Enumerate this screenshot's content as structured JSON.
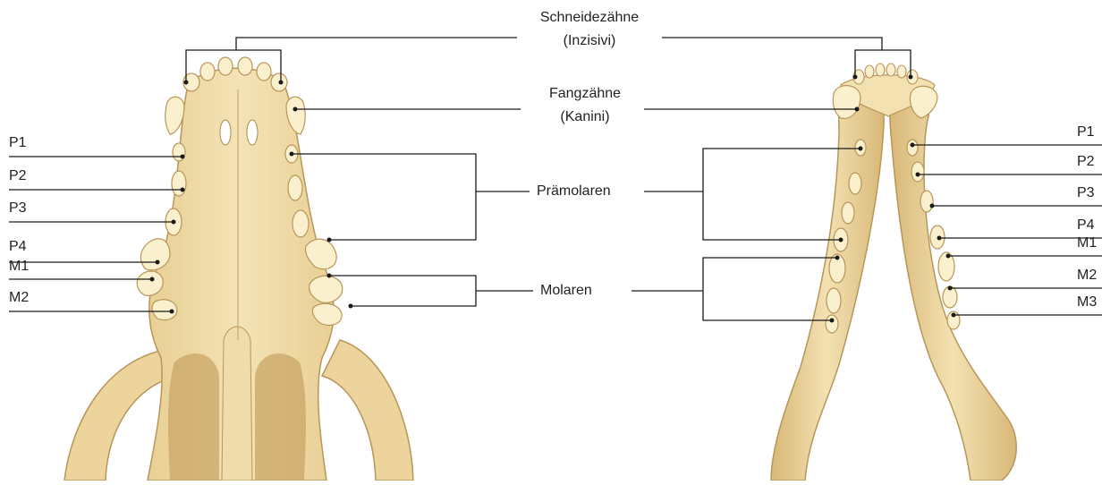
{
  "labels": {
    "incisors_line1": "Schneidezähne",
    "incisors_line2": "(Inzisivi)",
    "canines_line1": "Fangzähne",
    "canines_line2": "(Kanini)",
    "premolars": "Prämolaren",
    "molars": "Molaren"
  },
  "upper_jaw_teeth": [
    "P1",
    "P2",
    "P3",
    "P4",
    "M1",
    "M2"
  ],
  "lower_jaw_teeth": [
    "P1",
    "P2",
    "P3",
    "P4",
    "M1",
    "M2",
    "M3"
  ],
  "colors": {
    "bone": "#f1dfad",
    "bone_shadow": "#c9a96a",
    "bone_dark": "#a88a52",
    "tooth": "#fbf0cd",
    "line": "#1a1a1a"
  }
}
